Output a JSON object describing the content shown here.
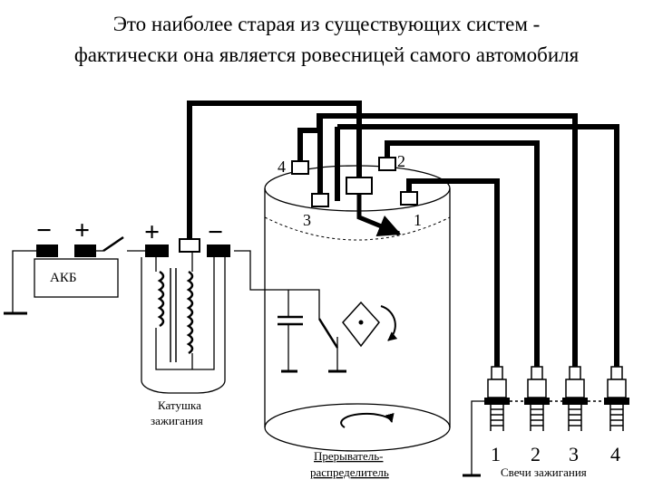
{
  "title": {
    "line1": "Это наиболее старая из существующих систем -",
    "line2": "фактически она является ровесницей самого автомобиля"
  },
  "battery": {
    "minus": "−",
    "plus": "+",
    "label": "АКБ"
  },
  "coil": {
    "plus": "+",
    "minus": "−",
    "label_line1": "Катушка",
    "label_line2": "зажигания"
  },
  "distributor": {
    "terminals": [
      "4",
      "2",
      "3",
      "1"
    ],
    "label_line1": "Прерыватель-",
    "label_line2": "распределитель"
  },
  "spark_plugs": {
    "numbers": [
      "1",
      "2",
      "3",
      "4"
    ],
    "label": "Свечи зажигания"
  }
}
